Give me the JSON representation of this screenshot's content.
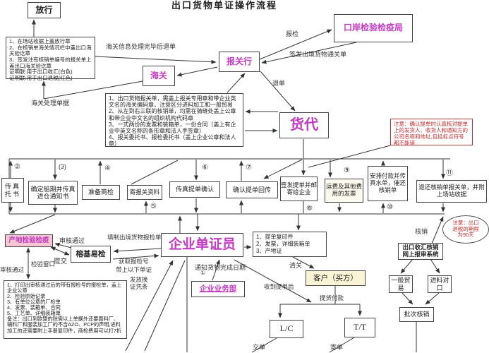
{
  "title": "出口货物单证操作流程",
  "colors": {
    "node_accent": "#c13ac1",
    "note_red": "#c92a2a",
    "origin_ciq_bg": "#f7c6d5",
    "line": "#333333"
  },
  "nodes": {
    "release": "放行",
    "customs": "海关",
    "broker": "报关行",
    "port_ciq": "口岸检验检疫局",
    "forwarder": "货代",
    "clerk": "企业单证员",
    "origin_ciq": "产地检验检疫",
    "rongji": "榕基易检",
    "biz_dept": "企业业务部",
    "customer": "客户（买方）",
    "lc": "L/C",
    "tt": "T/T",
    "online_system": "出口收汇核销\n网上报审系统",
    "general_trade": "一般贸易",
    "import_material": "进料对口",
    "batch_verify": "批次核销",
    "fax_booking": "传真托书",
    "confirm_schedule": "确定船期并传真进仓通知书",
    "prep_inspection": "准备商检",
    "mail_docs": "寄报关资料",
    "fax_bl_confirm": "传真提单确认",
    "confirm_bl_return": "确认提单回传",
    "issue_bl": "签发提单并邮寄给企业",
    "freight_invoice": "运费及其他费用的发票",
    "arrange_payment": "安排付款并传真水单，催还核销单",
    "return_verification": "退还核销单报关单，并附上场站收据"
  },
  "lists": {
    "release_steps": [
      "1、在场站收据上盖放行章",
      "2、在核销单海关情况栏中盖出口海关验讫章",
      "3、签发注有核销单编号的报关单上盖出口海关验讫章",
      "证明联:用于出口收汇(白色)",
      "证明联:用于出口退税(红色)"
    ],
    "declaration_docs": [
      "1、出口货物报关单，需盖上报关专用章和带企业英文名的海关编码章，注意区分进料加工和一般贸易",
      "2、从左到右三联的核销单，均需在骑缝处盖上公章和带企业中文名的组织机构代码章",
      "3、一式两份的发票和装箱单，一份合同（盖上有企业中英文名称的条形章和法人手签章）",
      "4、报关委托书、报检委托书（盖上企业公章和法人章）"
    ],
    "inspection_docs": [
      "1、打印出审核通过后的带有报检号的报检单，盖上企业公章",
      "2、检验原始记录",
      "3、有单位公章的厂检单",
      "4、发票、装箱单、合同",
      "5、工艺单、详细装箱单",
      "备注：出口到欧盟的除需以上单据外还要面料厂、辅料厂和服装加工厂的不含AZO、PCP的声明,进料加工的还需要附上手册复印件，商检费用可以打7折"
    ],
    "customer_docs": [
      "1、提单复印件",
      "2、发票，详细装箱单",
      "3、产地证"
    ]
  },
  "notes": {
    "bl_check": "注意：确认提单时认真核对提单上的发货人、收货人和通知方的公司名称和地址,包括标点符号都不能错",
    "tax_refund": "注意：出口\n退税的期限\n为90天"
  },
  "labels": {
    "customs_return": "海关信息处理完毕后退单",
    "apply_inspection": "报检",
    "issue_clearance": "签发出境货物通关单",
    "return_doc": "退单",
    "customs_process": "海关处理单据",
    "review_passed": "审核通过",
    "fill_form": "填制出境货物报检单",
    "submit": "提交",
    "inspection_window": "检验窗口",
    "review_passed_left": "审核通过",
    "get_number": "获取报检号",
    "bring_docs": "带上以下单证",
    "issue_slip": "发放换\n证凭条",
    "notify_date": "通知货物完成日期",
    "after_bl": "收到提单后",
    "pay_delivery": "提货付款",
    "clearance": "清关",
    "present_docs": "交单",
    "send_docs": "寄单",
    "verification": "核销"
  },
  "steps": {
    "n1": "①",
    "n2": "②",
    "n3": "(3)",
    "n4": "④",
    "n5": "⑤",
    "n6": "⑥",
    "n7": "⑦",
    "n8": "⑧",
    "n9": "⑨",
    "n10": "⑩",
    "n11": "⑪"
  }
}
